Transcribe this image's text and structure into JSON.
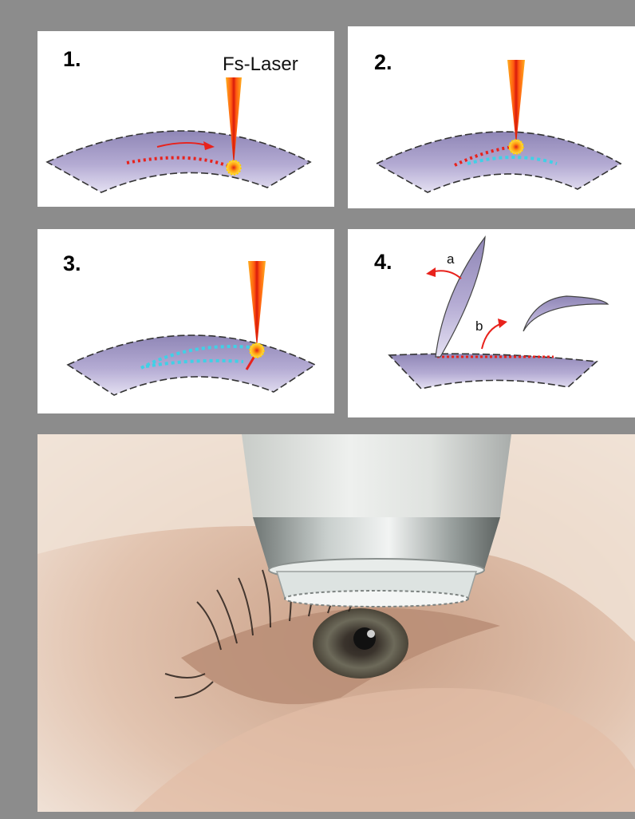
{
  "panels": [
    {
      "step": "1.",
      "laser_label": "Fs-Laser"
    },
    {
      "step": "2."
    },
    {
      "step": "3."
    },
    {
      "step": "4.",
      "label_a": "a",
      "label_b": "b"
    }
  ],
  "colors": {
    "background": "#8c8c8c",
    "tissue_top": "#a89dc9",
    "tissue_bottom": "#d8d2ec",
    "laser_path": "#e8221c",
    "cut_path": "#3fd1e6",
    "beam_outer": "#ff9a1c",
    "beam_inner": "#e82a10"
  },
  "icons": [
    "laser-beam-icon",
    "focal-spot-icon",
    "direction-arrow-icon",
    "flap-icon",
    "lenticule-icon"
  ],
  "photo": {
    "subject": "eye-photo"
  }
}
